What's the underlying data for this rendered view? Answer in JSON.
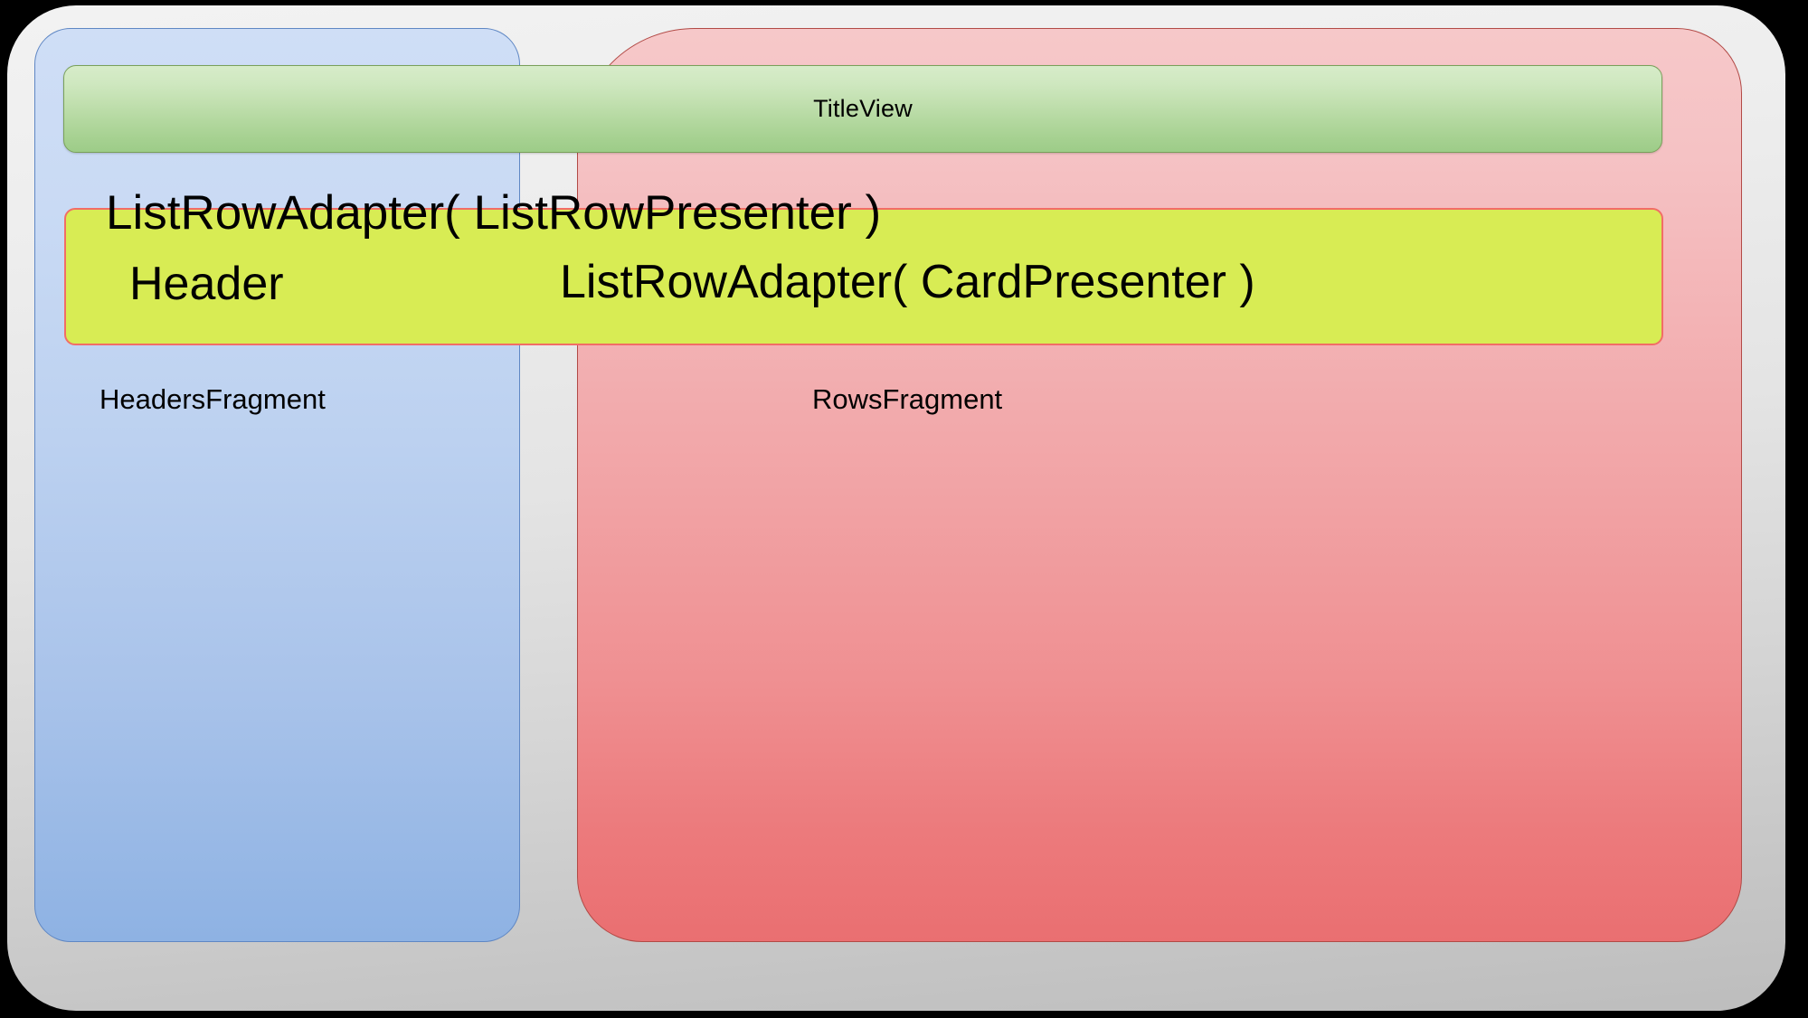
{
  "diagram": {
    "title_view": {
      "label": "TitleView",
      "color": "#a6d191"
    },
    "headers_fragment": {
      "label": "HeadersFragment",
      "color": "#a9c3ea"
    },
    "rows_fragment": {
      "label": "RowsFragment",
      "color": "#ef8f91"
    },
    "list_row_adapter_outer": {
      "label": "ListRowAdapter( ListRowPresenter )"
    },
    "row_box": {
      "color": "#d8ec54",
      "border_color": "#f26d66",
      "header_label": "Header",
      "card_presenter_label": "ListRowAdapter( CardPresenter )"
    },
    "outer_frame": {
      "color": "#d5d5d5"
    }
  }
}
